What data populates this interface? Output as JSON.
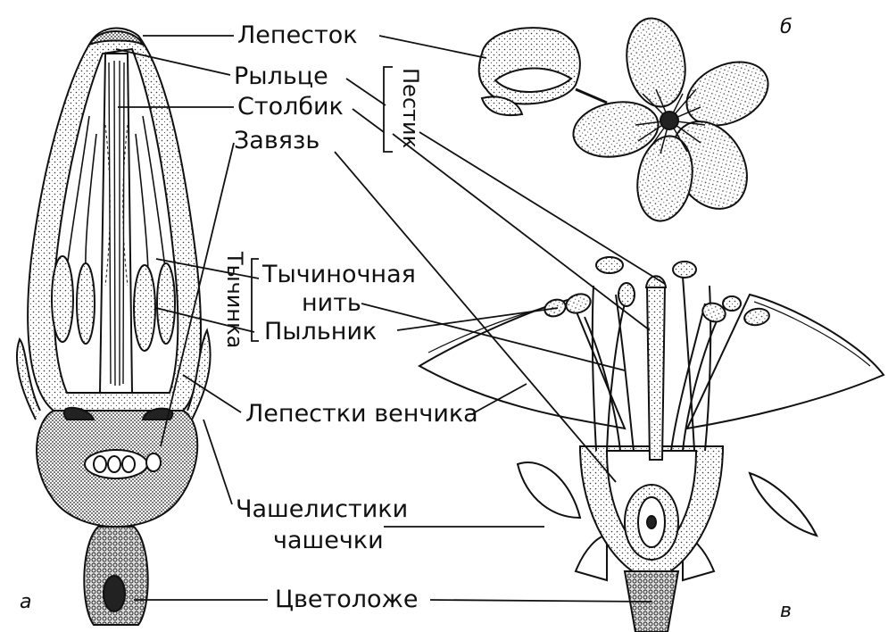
{
  "labels": {
    "petal": "Лепесток",
    "stigma": "Рыльце",
    "style": "Столбик",
    "ovary": "Завязь",
    "pistil": "Пестик",
    "stamen": "Тычинка",
    "filament_line1": "Тычиночная",
    "filament_line2": "нить",
    "anther": "Пыльник",
    "corolla_petals": "Лепестки венчика",
    "sepals_line1": "Чашелистики",
    "sepals_line2": "чашечки",
    "receptacle": "Цветоложе"
  },
  "panels": {
    "a": "а",
    "b": "б",
    "v": "в"
  }
}
